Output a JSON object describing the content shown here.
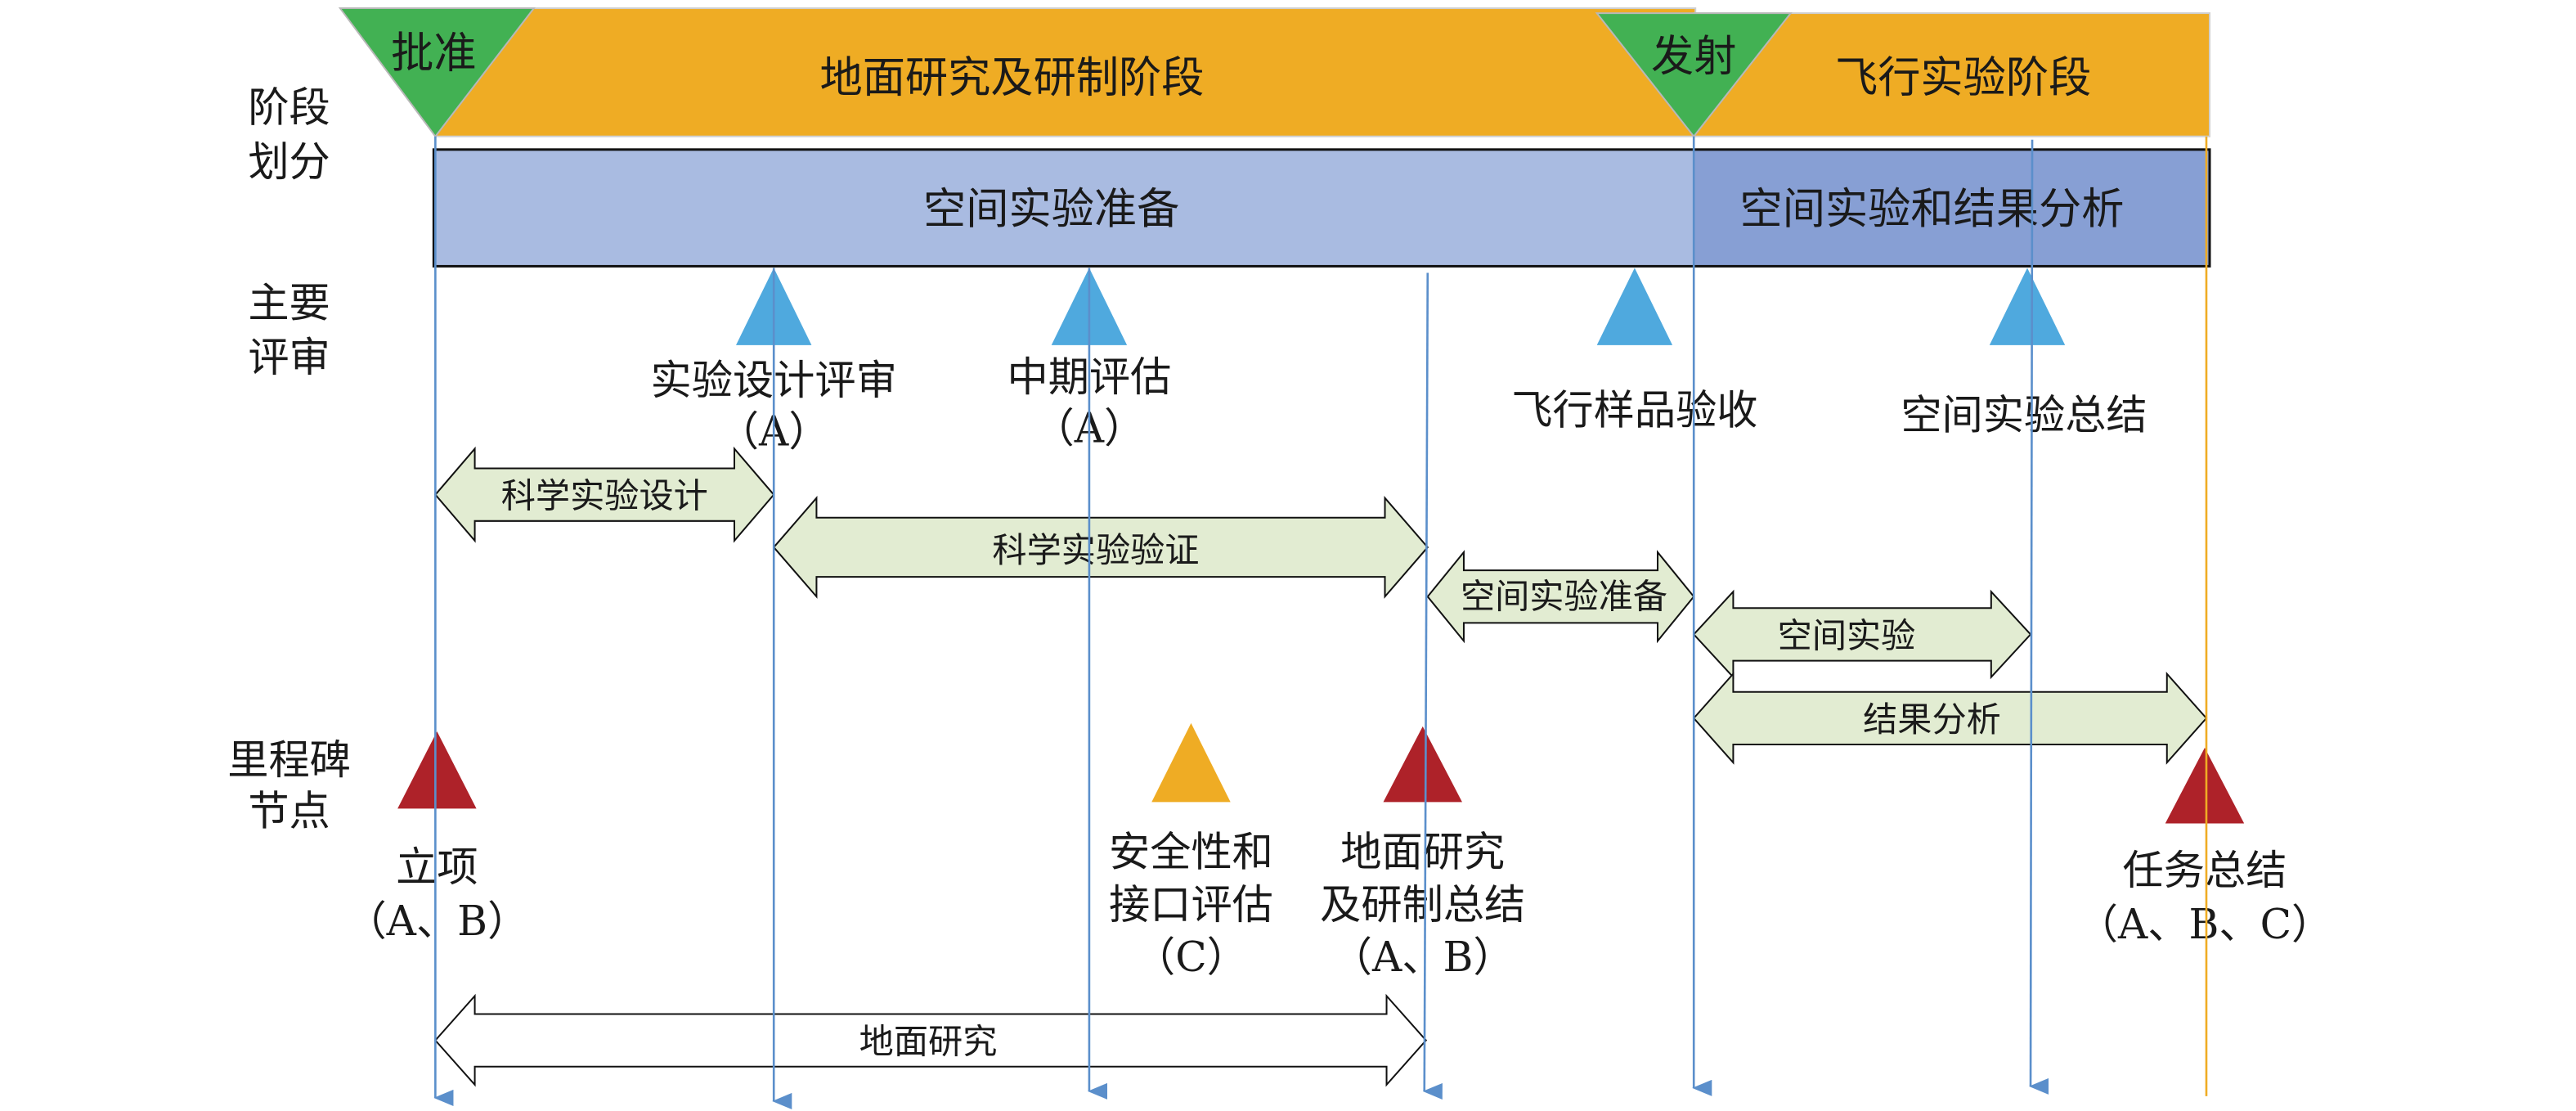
{
  "colors": {
    "phase_bar": "#EFAC24",
    "gate_triangle": "#42B153",
    "prep_bar": "#A9BBE1",
    "exp_bar": "#879FD4",
    "review_triangle": "#4FA9DE",
    "milestone_red": "#AE2229",
    "milestone_orange": "#EFAC24",
    "timeline": "#5B8FCB",
    "end_line": "#EFAC24",
    "activity_fill": "#E2ECD2"
  },
  "row_labels": {
    "phase": [
      "阶段",
      "划分"
    ],
    "review": [
      "主要",
      "评审"
    ],
    "milestone": [
      "里程碑",
      "节点"
    ]
  },
  "phases": {
    "gate_approval": "批准",
    "gate_launch": "发射",
    "ground_phase": "地面研究及研制阶段",
    "flight_phase": "飞行实验阶段",
    "space_prep": "空间实验准备",
    "space_exp_analysis": "空间实验和结果分析"
  },
  "reviews": [
    {
      "lines": [
        "实验设计评审",
        "（A）"
      ]
    },
    {
      "lines": [
        "中期评估",
        "（A）"
      ]
    },
    {
      "lines": [
        "飞行样品验收"
      ]
    },
    {
      "lines": [
        "空间实验总结"
      ]
    }
  ],
  "activities": [
    {
      "label": "科学实验设计"
    },
    {
      "label": "科学实验验证"
    },
    {
      "label": "空间实验准备"
    },
    {
      "label": "空间实验"
    },
    {
      "label": "结果分析"
    },
    {
      "label": "地面研究"
    }
  ],
  "milestones": [
    {
      "lines": [
        "立项",
        "（A、B）"
      ],
      "color": "red"
    },
    {
      "lines": [
        "安全性和",
        "接口评估",
        "（C）"
      ],
      "color": "orange"
    },
    {
      "lines": [
        "地面研究",
        "及研制总结",
        "（A、B）"
      ],
      "color": "red"
    },
    {
      "lines": [
        "任务总结",
        "（A、B、C）"
      ],
      "color": "red"
    }
  ]
}
